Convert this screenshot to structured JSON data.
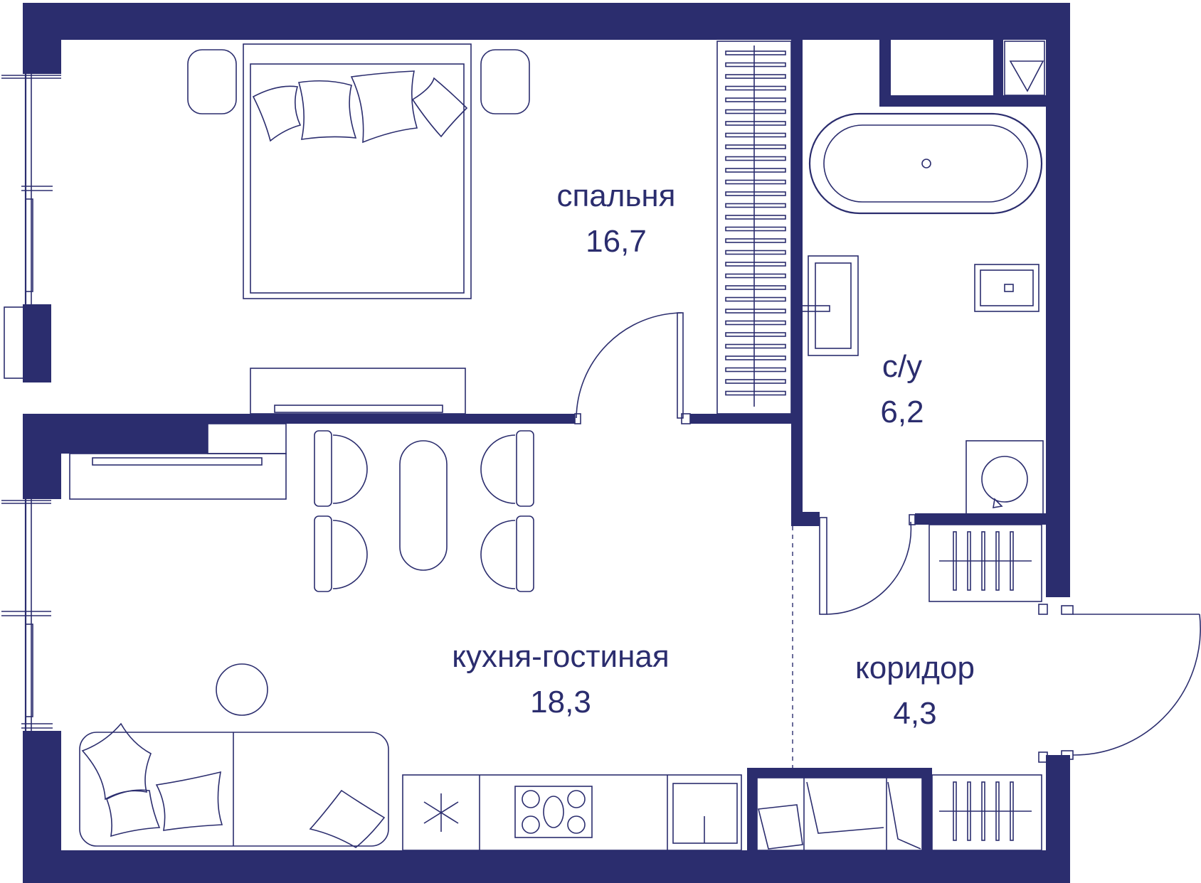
{
  "colors": {
    "ink": "#2b2d6e",
    "background": "#ffffff"
  },
  "rooms": {
    "bedroom": {
      "name": "спальня",
      "area": "16,7"
    },
    "bathroom": {
      "name": "с/у",
      "area": "6,2"
    },
    "living": {
      "name": "кухня-гостиная",
      "area": "18,3"
    },
    "corridor": {
      "name": "коридор",
      "area": "4,3"
    }
  }
}
